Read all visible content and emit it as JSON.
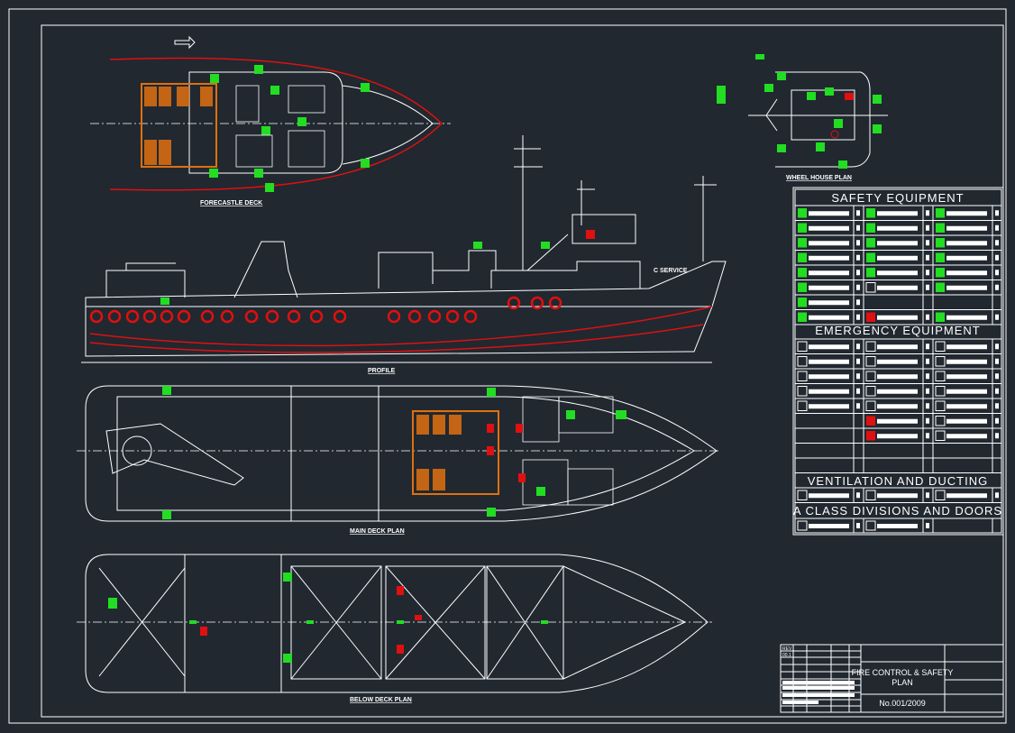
{
  "drawing": {
    "title_line1": "FIRE CONTROL & SAFETY",
    "title_line2": "PLAN",
    "number": "No.001/2009",
    "rev_label": "REV",
    "rev_value": "00.1"
  },
  "views": {
    "forecastle": "FORECASTLE DECK",
    "profile": "PROFILE",
    "main_deck": "MAIN DECK PLAN",
    "below_deck": "BELOW DECK PLAN",
    "wheel_house": "WHEEL HOUSE PLAN",
    "ship_name": "C SERVICE"
  },
  "legend": {
    "safety_header": "SAFETY EQUIPMENT",
    "safety_rows": [
      [
        "green",
        "green",
        "green"
      ],
      [
        "green",
        "green",
        "green"
      ],
      [
        "green",
        "green",
        "green"
      ],
      [
        "green",
        "green",
        "green"
      ],
      [
        "green",
        "green",
        "green"
      ],
      [
        "green",
        "white",
        "green"
      ],
      [
        "green",
        null,
        null
      ],
      [
        "green",
        "red",
        "green"
      ]
    ],
    "emergency_header": "EMERGENCY EQUIPMENT",
    "emergency_rows": [
      [
        "white",
        "white",
        "white"
      ],
      [
        "white",
        "white",
        "white"
      ],
      [
        "white",
        "white",
        "white"
      ],
      [
        "white",
        "white",
        "white"
      ],
      [
        "white",
        "white",
        "white"
      ],
      [
        null,
        "red",
        "white"
      ],
      [
        null,
        "red",
        "white"
      ],
      [
        null,
        null,
        null
      ],
      [
        null,
        null,
        null
      ]
    ],
    "ventilation_header": "VENTILATION AND DUCTING",
    "ventilation_rows": [
      [
        "white",
        "white",
        "white"
      ]
    ],
    "aclass_header": "A CLASS DIVISIONS AND DOORS",
    "aclass_rows": [
      [
        "white",
        "white",
        null
      ]
    ]
  },
  "colors": {
    "background": "#212830",
    "line": "#ffffff",
    "fire": "#e01010",
    "safety": "#22dd22",
    "escape_zone": "#e07010"
  }
}
